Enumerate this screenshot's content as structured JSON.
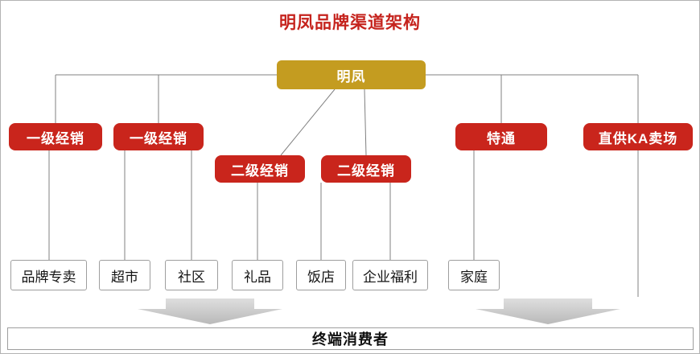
{
  "title": "明凤品牌渠道架构",
  "colors": {
    "title_red": "#c5231d",
    "box_red": "#c9251c",
    "box_gold": "#c49c20",
    "connector_gray": "#808080",
    "arrow_gray": "#c9c9c9"
  },
  "nodes": {
    "root": {
      "label": "明凤"
    },
    "tier2": [
      {
        "label": "一级经销"
      },
      {
        "label": "一级经销"
      },
      {
        "label": "二级经销"
      },
      {
        "label": "二级经销"
      },
      {
        "label": "特通"
      },
      {
        "label": "直供KA卖场"
      }
    ],
    "terminals": [
      {
        "label": "品牌专卖"
      },
      {
        "label": "超市"
      },
      {
        "label": "社区"
      },
      {
        "label": "礼品"
      },
      {
        "label": "饭店"
      },
      {
        "label": "企业福利"
      },
      {
        "label": "家庭"
      }
    ],
    "footer": {
      "label": "终端消费者"
    }
  }
}
